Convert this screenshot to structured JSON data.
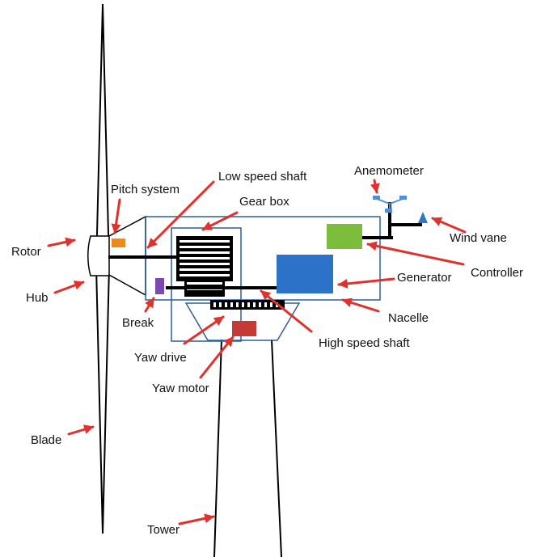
{
  "labels": {
    "rotor": "Rotor",
    "hub": "Hub",
    "pitch_system": "Pitch system",
    "low_speed_shaft": "Low speed shaft",
    "gear_box": "Gear box",
    "anemometer": "Anemometer",
    "wind_vane": "Wind vane",
    "controller": "Controller",
    "generator": "Generator",
    "nacelle": "Nacelle",
    "break": "Break",
    "high_speed_shaft": "High speed shaft",
    "yaw_drive": "Yaw drive",
    "yaw_motor": "Yaw motor",
    "blade": "Blade",
    "tower": "Tower"
  },
  "colors": {
    "arrow": "#e0312c",
    "outline": "#2f5f99",
    "generator": "#2d72c9",
    "controller": "#7cbd3c",
    "pitch_system": "#ee8a1a",
    "brake": "#7b4ab0",
    "yaw_motor": "#c63a36",
    "anemometer": "#4f8fd6",
    "wind_vane": "#2f78c4",
    "structure": "#000000"
  }
}
